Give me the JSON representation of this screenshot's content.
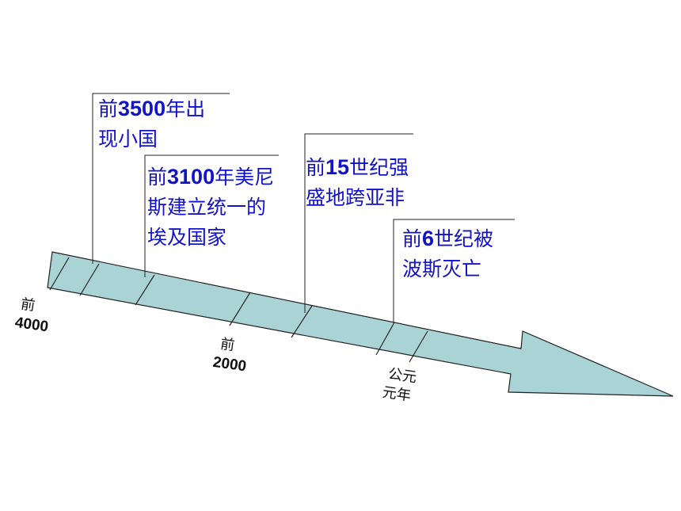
{
  "colors": {
    "arrow_fill": "#aad3d5",
    "arrow_stroke": "#222222",
    "event_text": "#1212c8",
    "tick_text": "#111111"
  },
  "events": [
    {
      "prefix": "前",
      "number": "3500",
      "rest": "年出",
      "line2": "现小国",
      "line3": ""
    },
    {
      "prefix": "前",
      "number": "3100",
      "rest": "年美尼",
      "line2": "斯建立统一的",
      "line3": "埃及国家"
    },
    {
      "prefix": "前",
      "number": "15",
      "rest": "世纪强",
      "line2": "盛地跨亚非",
      "line3": ""
    },
    {
      "prefix": "前",
      "number": "6",
      "rest": "世纪被",
      "line2": "波斯灭亡",
      "line3": ""
    }
  ],
  "axis_labels": [
    {
      "line1": "前",
      "line2": "4000"
    },
    {
      "line1": "前",
      "line2": "2000"
    },
    {
      "line1": "公元",
      "line2": "元年"
    }
  ]
}
